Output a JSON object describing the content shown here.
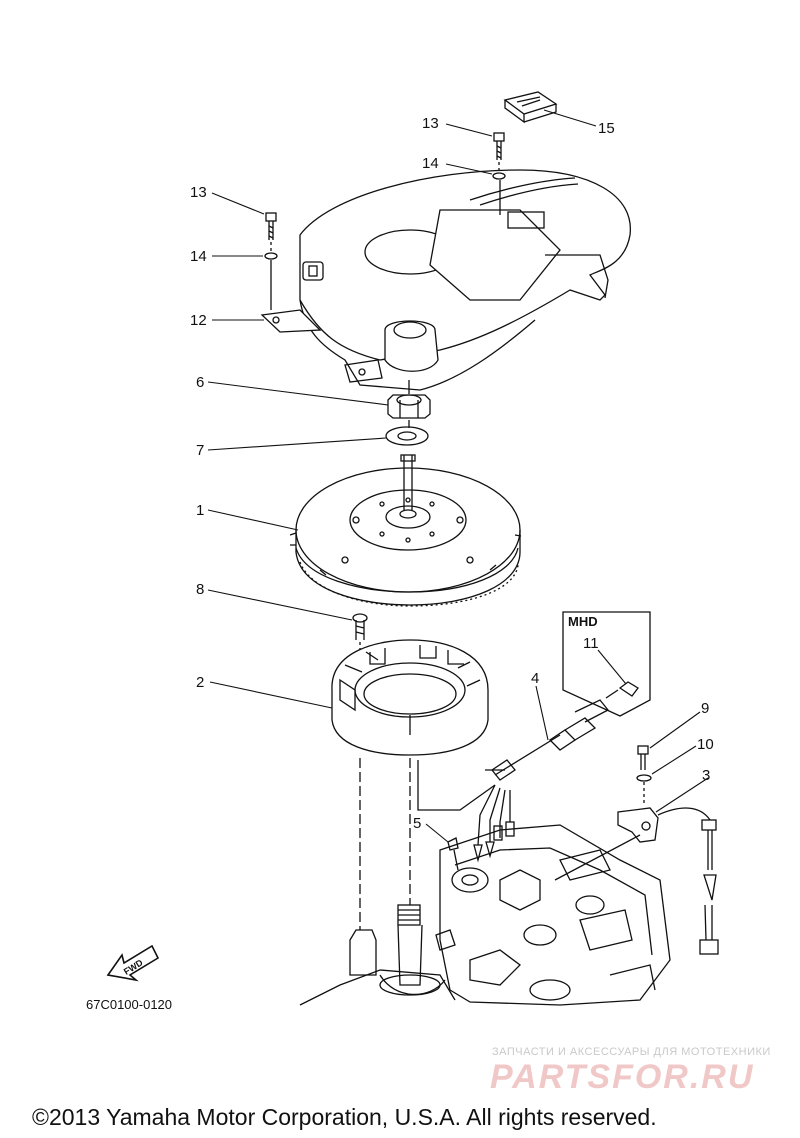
{
  "callouts": [
    {
      "id": "c13a",
      "text": "13"
    },
    {
      "id": "c14a",
      "text": "14"
    },
    {
      "id": "c15",
      "text": "15"
    },
    {
      "id": "c13b",
      "text": "13"
    },
    {
      "id": "c14b",
      "text": "14"
    },
    {
      "id": "c12",
      "text": "12"
    },
    {
      "id": "c6",
      "text": "6"
    },
    {
      "id": "c7",
      "text": "7"
    },
    {
      "id": "c1",
      "text": "1"
    },
    {
      "id": "c8",
      "text": "8"
    },
    {
      "id": "c2",
      "text": "2"
    },
    {
      "id": "c4",
      "text": "4"
    },
    {
      "id": "c11",
      "text": "11"
    },
    {
      "id": "c9",
      "text": "9"
    },
    {
      "id": "c10",
      "text": "10"
    },
    {
      "id": "c3",
      "text": "3"
    },
    {
      "id": "c5",
      "text": "5"
    }
  ],
  "mhd_label": "MHD",
  "fwd_label": "FWD",
  "diagram_code": "67C0100-0120",
  "watermark_top": "ЗАПЧАСТИ И АКСЕССУАРЫ ДЛЯ МОТОТЕХНИКИ",
  "watermark_brand": "PARTSFOR.RU",
  "copyright": "©2013 Yamaha Motor Corporation, U.S.A. All rights reserved."
}
